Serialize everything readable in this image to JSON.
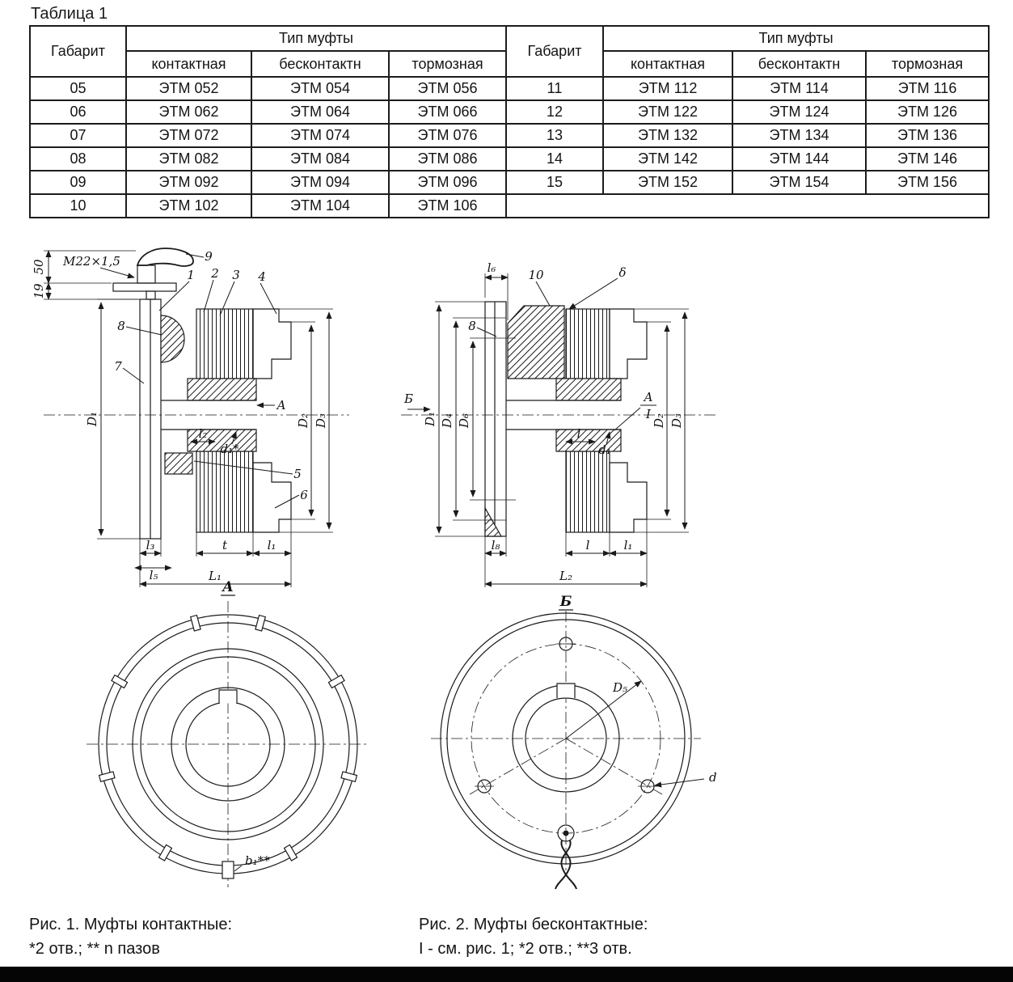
{
  "doc": {
    "table_title": "Таблица 1",
    "fig1_caption": [
      "Рис. 1. Муфты контактные:",
      "*2 отв.; ** n пазов"
    ],
    "fig2_caption": [
      "Рис. 2. Муфты бесконтактные:",
      "I - см. рис. 1; *2 отв.; **3 отв."
    ]
  },
  "table": {
    "size_header": "Габарит",
    "type_header": "Тип муфты",
    "sub_headers": [
      "контактная",
      "бесконтактн",
      "тормозная"
    ],
    "rows": [
      [
        "05",
        "ЭТМ 052",
        "ЭТМ 054",
        "ЭТМ 056",
        "11",
        "ЭТМ 112",
        "ЭТМ 114",
        "ЭТМ 116"
      ],
      [
        "06",
        "ЭТМ 062",
        "ЭТМ 064",
        "ЭТМ 066",
        "12",
        "ЭТМ 122",
        "ЭТМ 124",
        "ЭТМ 126"
      ],
      [
        "07",
        "ЭТМ 072",
        "ЭТМ 074",
        "ЭТМ 076",
        "13",
        "ЭТМ 132",
        "ЭТМ 134",
        "ЭТМ 136"
      ],
      [
        "08",
        "ЭТМ 082",
        "ЭТМ 084",
        "ЭТМ 086",
        "14",
        "ЭТМ 142",
        "ЭТМ 144",
        "ЭТМ 146"
      ],
      [
        "09",
        "ЭТМ 092",
        "ЭТМ 094",
        "ЭТМ 096",
        "15",
        "ЭТМ 152",
        "ЭТМ 154",
        "ЭТМ 156"
      ],
      [
        "10",
        "ЭТМ 102",
        "ЭТМ 104",
        "ЭТМ 106",
        "",
        "",
        "",
        ""
      ]
    ]
  },
  "fig1": {
    "thread": "М22×1,5",
    "dim50": "50",
    "dim19": "19",
    "c1": "1",
    "c2": "2",
    "c3": "3",
    "c4": "4",
    "c5": "5",
    "c6": "6",
    "c7": "7",
    "c8": "8",
    "c9": "9",
    "D1": "D₁",
    "D2": "D₂",
    "D3": "D₃",
    "l2": "l₂",
    "d1": "d₁*",
    "l3": "l₃",
    "l5": "l₅",
    "t": "t",
    "l1": "l₁",
    "L1": "L₁",
    "sectionA": "A",
    "viewA": "A",
    "b1": "b₁**"
  },
  "fig2": {
    "l6": "l₆",
    "c10": "10",
    "delta": "δ",
    "c8": "8",
    "sectionB": "Б",
    "D1": "D₁",
    "D4": "D₄",
    "D6": "D₆",
    "D2": "D₂",
    "D3": "D₃",
    "A": "A",
    "I": "I",
    "lmidhub": "l",
    "d1": "d₁",
    "l8": "l₈",
    "lmid": "l",
    "l1": "l₁",
    "L2": "L₂",
    "viewB": "Б",
    "D5": "D₅",
    "d": "d"
  }
}
